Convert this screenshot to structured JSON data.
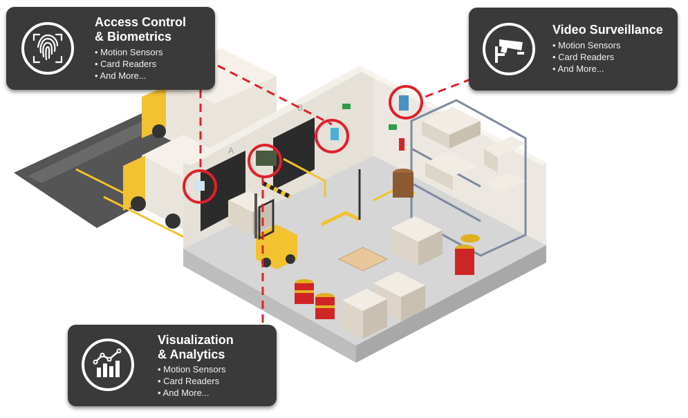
{
  "cards": {
    "access": {
      "title_line1": "Access Control",
      "title_line2": "& Biometrics",
      "items": [
        "Motion Sensors",
        "Card Readers",
        "And More..."
      ],
      "icon": "fingerprint-icon"
    },
    "video": {
      "title": "Video Surveillance",
      "items": [
        "Motion Sensors",
        "Card Readers",
        "And More..."
      ],
      "icon": "security-camera-icon"
    },
    "visual": {
      "title_line1": "Visualization",
      "title_line2": "& Analytics",
      "items": [
        "Motion Sensors",
        "Card Readers",
        "And More..."
      ],
      "icon": "analytics-chart-icon"
    }
  },
  "scene": {
    "dock_labels": [
      "A",
      "B"
    ]
  },
  "colors": {
    "card_bg": "#3b3a3a",
    "highlight_red": "#e0202a",
    "safety_yellow": "#f2c230",
    "floor": "#d9d9d9",
    "wall": "#e8e4de",
    "asphalt": "#5a5a5a"
  }
}
